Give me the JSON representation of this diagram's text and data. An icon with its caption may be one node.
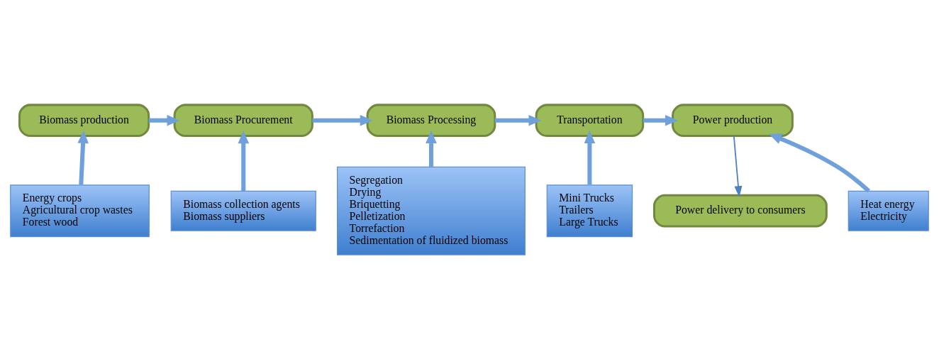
{
  "diagram": {
    "nodes": [
      {
        "text": [
          "Biomass production"
        ]
      },
      {
        "text": [
          "Biomass Procurement"
        ]
      },
      {
        "text": [
          "Biomass Processing"
        ]
      },
      {
        "text": [
          "Transportation"
        ]
      },
      {
        "text": [
          "Power production"
        ]
      },
      {
        "text": [
          "Energy crops",
          "Agricultural crop wastes",
          "Forest wood"
        ]
      },
      {
        "text": [
          "Biomass collection agents",
          "Biomass suppliers"
        ]
      },
      {
        "text": [
          "Segregation",
          "Drying",
          "Briquetting",
          "Pelletization",
          "Torrefaction",
          "Sedimentation of fluidized biomass"
        ]
      },
      {
        "text": [
          "Mini Trucks",
          "Trailers",
          "Large Trucks"
        ]
      },
      {
        "text": [
          "Heat energy",
          "Electricity"
        ]
      },
      {
        "text": [
          "Power delivery to consumers"
        ]
      }
    ],
    "edges": [
      {
        "from": 0,
        "to": 1,
        "arrow": "to"
      },
      {
        "from": 1,
        "to": 2,
        "arrow": "to"
      },
      {
        "from": 2,
        "to": 3,
        "arrow": "to"
      },
      {
        "from": 3,
        "to": 4,
        "arrow": "to"
      },
      {
        "from": 5,
        "to": 0,
        "arrow": "to"
      },
      {
        "from": 6,
        "to": 1,
        "arrow": "to"
      },
      {
        "from": 7,
        "to": 2,
        "arrow": "to"
      },
      {
        "from": 8,
        "to": 3,
        "arrow": "to"
      },
      {
        "from": 9,
        "to": 4,
        "arrow": "to"
      },
      {
        "from": 4,
        "to": 10,
        "arrow": "to",
        "color": "#4f81bd"
      }
    ]
  }
}
